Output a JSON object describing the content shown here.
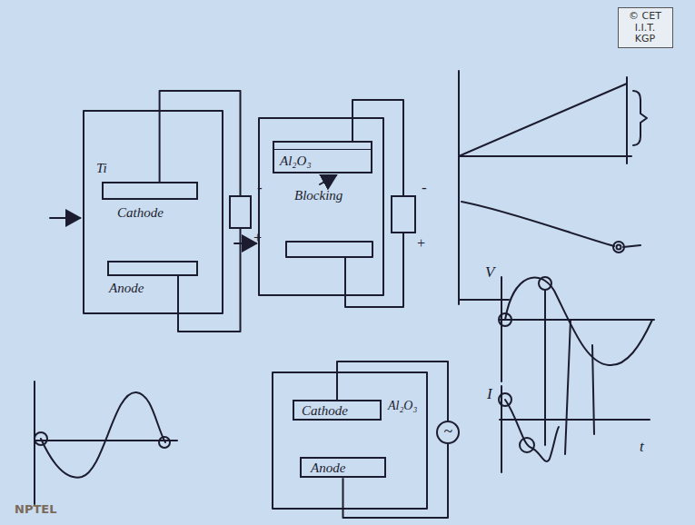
{
  "diagram": {
    "nodes": [
      {
        "text": [
          "© CET I.I.T. KGP"
        ]
      },
      {
        "text": [
          "Ti",
          "Cathode"
        ]
      },
      {
        "text": [
          "Anode"
        ]
      },
      {
        "text": [
          "-",
          "+"
        ]
      },
      {
        "text": [
          "Al₂O₃",
          "Blocking"
        ]
      },
      {
        "text": [
          "-",
          "+"
        ]
      },
      {
        "text": [
          "Cathode",
          "Al₂O₃"
        ]
      },
      {
        "text": [
          "Anode"
        ]
      },
      {
        "text": [
          "~"
        ]
      }
    ],
    "edges": [
      {
        "from": 1,
        "to": 3,
        "arrow": "none"
      },
      {
        "from": 2,
        "to": 3,
        "arrow": "none"
      },
      {
        "from": 4,
        "to": 5,
        "arrow": "none"
      },
      {
        "from": 6,
        "to": 8,
        "arrow": "none"
      },
      {
        "from": 7,
        "to": 8,
        "arrow": "none"
      }
    ],
    "labels": [
      "V",
      "I",
      "t",
      "NPTEL"
    ]
  }
}
